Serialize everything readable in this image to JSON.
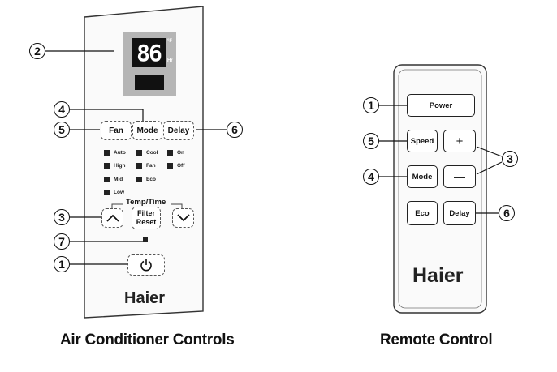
{
  "ac_panel": {
    "display": {
      "digits": "86",
      "unit_top": "°F",
      "unit_bottom": "Hr"
    },
    "buttons": {
      "fan": "Fan",
      "mode": "Mode",
      "delay": "Delay",
      "filter_reset": "Filter Reset",
      "up_icon": "chevron-up-icon",
      "down_icon": "chevron-down-icon",
      "power_icon": "power-icon"
    },
    "led_labels": {
      "auto": "Auto",
      "high": "High",
      "mid": "Mid",
      "low": "Low",
      "cool": "Cool",
      "fan": "Fan",
      "eco": "Eco",
      "on": "On",
      "off": "Off"
    },
    "temp_time_label": "Temp/Time",
    "brand": "Haier",
    "caption": "Air Conditioner Controls"
  },
  "remote": {
    "buttons": {
      "power": "Power",
      "speed": "Speed",
      "plus": "+",
      "mode": "Mode",
      "minus": "—",
      "eco": "Eco",
      "delay": "Delay"
    },
    "brand": "Haier",
    "caption": "Remote Control"
  },
  "callouts": {
    "ac": [
      "2",
      "4",
      "5",
      "6",
      "3",
      "7",
      "1"
    ],
    "remote": [
      "1",
      "5",
      "3",
      "4",
      "6"
    ]
  }
}
